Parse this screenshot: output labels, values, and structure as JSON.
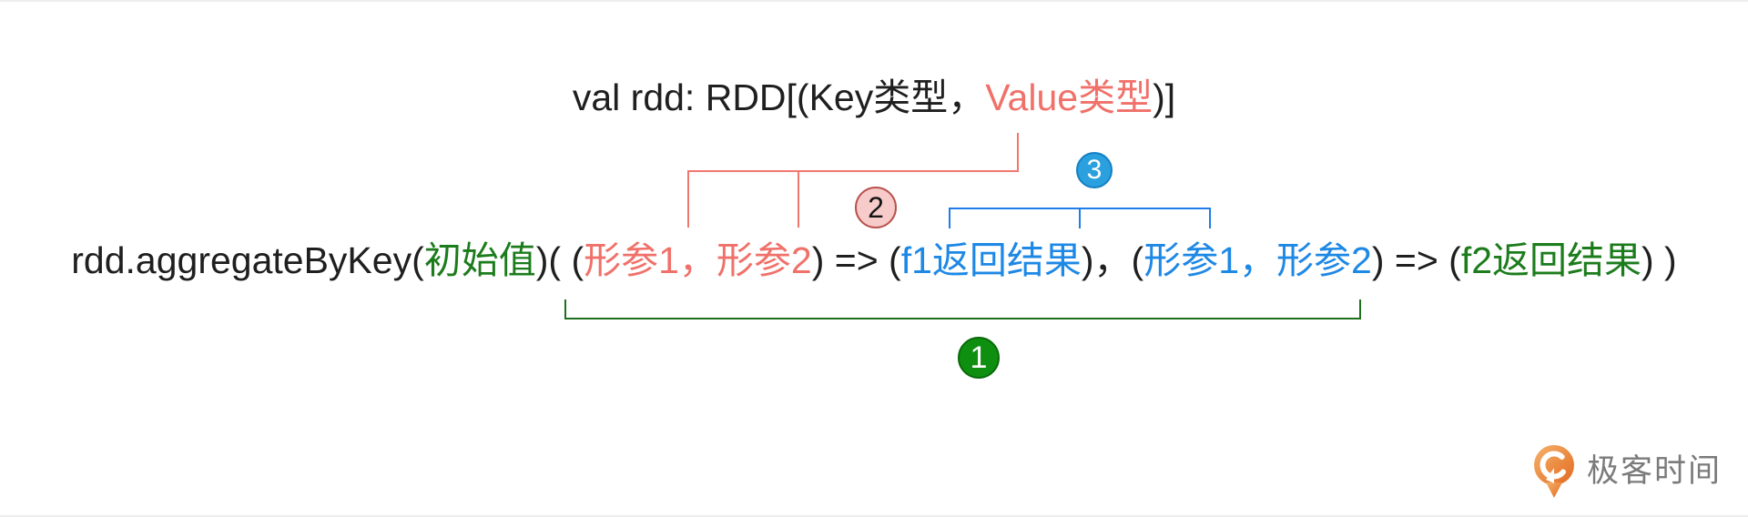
{
  "title": {
    "segments": [
      {
        "name": "title-prefix",
        "text": "val rdd: RDD[(Key类型，",
        "color": "#1f1f1f"
      },
      {
        "name": "title-value-type",
        "text": "Value类型",
        "color": "#f0716a"
      },
      {
        "name": "title-suffix",
        "text": ")]",
        "color": "#1f1f1f"
      }
    ]
  },
  "code": {
    "segments": [
      {
        "name": "code-prefix",
        "text": "rdd.aggregateByKey(",
        "color": "#1f1f1f"
      },
      {
        "name": "code-init-value",
        "text": "初始值",
        "color": "#1c7c1c"
      },
      {
        "name": "code-after-init",
        "text": ")( ",
        "color": "#1f1f1f"
      },
      {
        "name": "code-seq-open",
        "text": "(",
        "color": "#1f1f1f"
      },
      {
        "name": "code-seq-params",
        "text": "形参1，形参2",
        "color": "#f0716a"
      },
      {
        "name": "code-seq-arrow",
        "text": ") => (",
        "color": "#1f1f1f"
      },
      {
        "name": "code-f1-result",
        "text": "f1返回结果",
        "color": "#1e88e5"
      },
      {
        "name": "code-separator",
        "text": ")，(",
        "color": "#1f1f1f"
      },
      {
        "name": "code-comb-params",
        "text": "形参1，形参2",
        "color": "#1e88e5"
      },
      {
        "name": "code-comb-arrow",
        "text": ") => (",
        "color": "#1f1f1f"
      },
      {
        "name": "code-f2-result",
        "text": "f2返回结果",
        "color": "#1c7c1c"
      },
      {
        "name": "code-closing",
        "text": ") )",
        "color": "#1f1f1f"
      }
    ]
  },
  "badges": {
    "one": "1",
    "two": "2",
    "three": "3"
  },
  "logo": {
    "brand": "极客时间"
  },
  "colors": {
    "salmon_text": "#f0716a",
    "salmon_line": "#f0776f",
    "badge2_fill": "#f7cbc9",
    "badge2_border": "#b8524e",
    "blue_text": "#1e88e5",
    "blue_line": "#1f7ce8",
    "badge3_fill": "#2ba0df",
    "badge3_border": "#157fc4",
    "green_text": "#1c7c1c",
    "green_line": "#1e6f1e",
    "badge1_fill": "#0f8f0f",
    "badge1_border": "#0a6b0a",
    "code_black": "#1f1f1f",
    "logo_text_gray": "#7b7b7b",
    "logo_orange": "#e2691e"
  }
}
